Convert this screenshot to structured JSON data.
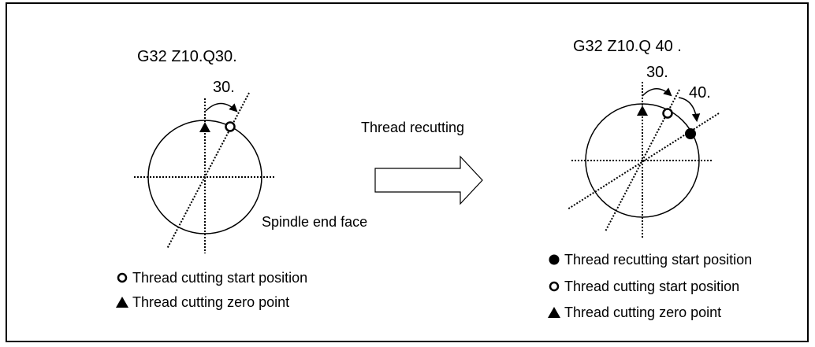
{
  "left": {
    "command": "G32 Z10.Q30.",
    "angle_label": "30.",
    "spindle_label": "Spindle end face",
    "legend": [
      {
        "icon": "hollow-circle-icon",
        "label": "Thread cutting start position"
      },
      {
        "icon": "filled-triangle-icon",
        "label": "Thread cutting zero point"
      }
    ]
  },
  "arrow": {
    "label": "Thread recutting"
  },
  "right": {
    "command": "G32 Z10.Q 40 .",
    "angle_label_1": "30.",
    "angle_label_2": "40.",
    "legend": [
      {
        "icon": "filled-circle-icon",
        "label": "Thread recutting start position"
      },
      {
        "icon": "hollow-circle-icon",
        "label": "Thread cutting start position"
      },
      {
        "icon": "filled-triangle-icon",
        "label": "Thread cutting zero point"
      }
    ]
  }
}
